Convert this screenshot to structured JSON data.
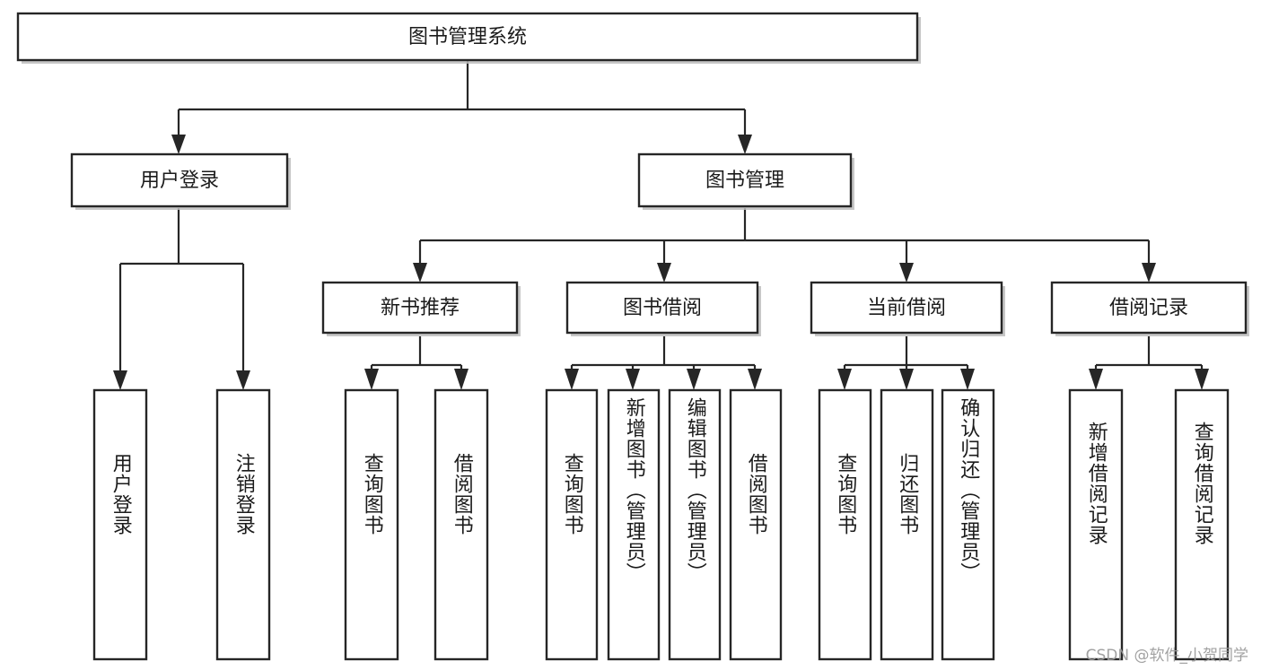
{
  "diagram": {
    "title_node": {
      "label": "图书管理系统"
    },
    "level2": [
      {
        "label": "用户登录"
      },
      {
        "label": "图书管理"
      }
    ],
    "level3": [
      {
        "label": "新书推荐"
      },
      {
        "label": "图书借阅"
      },
      {
        "label": "当前借阅"
      },
      {
        "label": "借阅记录"
      }
    ],
    "leaves": {
      "user_login": [
        {
          "label": "用户登录"
        },
        {
          "label": "注销登录"
        }
      ],
      "new_book_recommend": [
        {
          "label": "查询图书"
        },
        {
          "label": "借阅图书"
        }
      ],
      "book_borrow": [
        {
          "label": "查询图书"
        },
        {
          "label": "新增图书（管理员）"
        },
        {
          "label": "编辑图书（管理员）"
        },
        {
          "label": "借阅图书"
        }
      ],
      "current_borrow": [
        {
          "label": "查询图书"
        },
        {
          "label": "归还图书"
        },
        {
          "label": "确认归还（管理员）"
        }
      ],
      "borrow_record": [
        {
          "label": "新增借阅记录"
        },
        {
          "label": "查询借阅记录"
        }
      ]
    }
  },
  "watermark": {
    "text": "CSDN @软件_小贺同学"
  },
  "colors": {
    "box_stroke": "#262626",
    "box_fill": "#ffffff",
    "text": "#1b1b1b",
    "shadow": "#bdbdbd",
    "watermark": "#9a9a9a"
  }
}
